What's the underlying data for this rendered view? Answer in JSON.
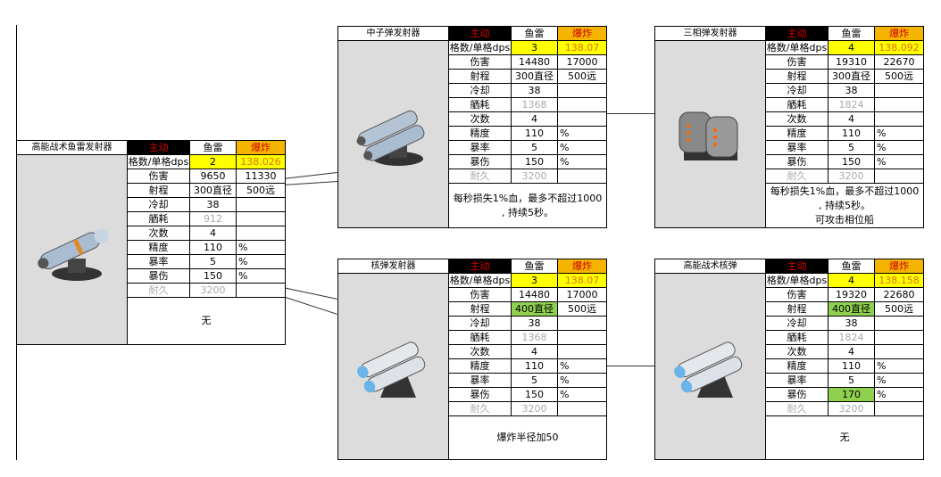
{
  "header": {
    "active": "主动",
    "torpedo": "鱼雷",
    "explode": "爆炸"
  },
  "labels": [
    "格数/单格dps",
    "伤害",
    "射程",
    "冷却",
    "舾耗",
    "次数",
    "精度",
    "暴率",
    "暴伤",
    "耐久"
  ],
  "cards": [
    {
      "title": "高能战术鱼雷发射器",
      "image": "torpedo-launcher-image",
      "rows": [
        [
          "2",
          "138.026"
        ],
        [
          "9650",
          "11330"
        ],
        [
          "300直径",
          "500远"
        ],
        [
          "38",
          ""
        ],
        [
          "912",
          ""
        ],
        [
          "4",
          ""
        ],
        [
          "110",
          "%"
        ],
        [
          "5",
          "%"
        ],
        [
          "150",
          "%"
        ],
        [
          "3200",
          ""
        ]
      ],
      "highlight": [],
      "notes": [
        "无"
      ]
    },
    {
      "title": "中子弹发射器",
      "image": "neutron-launcher-image",
      "rows": [
        [
          "3",
          "138.07"
        ],
        [
          "14480",
          "17000"
        ],
        [
          "300直径",
          "500远"
        ],
        [
          "38",
          ""
        ],
        [
          "1368",
          ""
        ],
        [
          "4",
          ""
        ],
        [
          "110",
          "%"
        ],
        [
          "5",
          "%"
        ],
        [
          "150",
          "%"
        ],
        [
          "3200",
          ""
        ]
      ],
      "highlight": [],
      "notes": [
        "每秒损失1%血，最多不超过1000",
        ", 持续5秒。"
      ]
    },
    {
      "title": "三相弹发射器",
      "image": "triphase-launcher-image",
      "rows": [
        [
          "4",
          "138.092"
        ],
        [
          "19310",
          "22670"
        ],
        [
          "300直径",
          "500远"
        ],
        [
          "38",
          ""
        ],
        [
          "1824",
          ""
        ],
        [
          "4",
          ""
        ],
        [
          "110",
          "%"
        ],
        [
          "5",
          "%"
        ],
        [
          "150",
          "%"
        ],
        [
          "3200",
          ""
        ]
      ],
      "highlight": [],
      "notes": [
        "每秒损失1%血，最多不超过1000",
        ", 持续5秒。",
        "可攻击相位船"
      ]
    },
    {
      "title": "核弹发射器",
      "image": "nuke-launcher-image",
      "rows": [
        [
          "3",
          "138.07"
        ],
        [
          "14480",
          "17000"
        ],
        [
          "400直径",
          "500远"
        ],
        [
          "38",
          ""
        ],
        [
          "1368",
          ""
        ],
        [
          "4",
          ""
        ],
        [
          "110",
          "%"
        ],
        [
          "5",
          "%"
        ],
        [
          "150",
          "%"
        ],
        [
          "3200",
          ""
        ]
      ],
      "highlight": [
        [
          2,
          0
        ]
      ],
      "notes": [
        "爆炸半径加50"
      ]
    },
    {
      "title": "高能战术核弹",
      "image": "tactical-nuke-image",
      "rows": [
        [
          "4",
          "138.158"
        ],
        [
          "19320",
          "22680"
        ],
        [
          "400直径",
          "500远"
        ],
        [
          "38",
          ""
        ],
        [
          "1824",
          ""
        ],
        [
          "4",
          ""
        ],
        [
          "110",
          "%"
        ],
        [
          "5",
          "%"
        ],
        [
          "170",
          "%"
        ],
        [
          "3200",
          ""
        ]
      ],
      "highlight": [
        [
          2,
          0
        ],
        [
          8,
          0
        ]
      ],
      "notes": [
        "无"
      ]
    }
  ]
}
